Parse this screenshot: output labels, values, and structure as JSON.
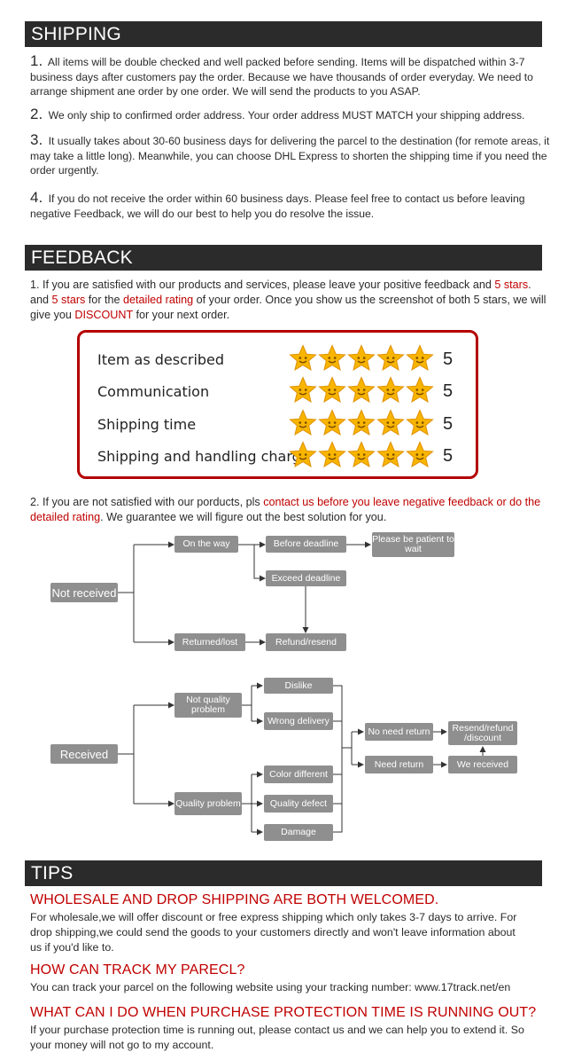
{
  "shipping": {
    "title": "SHIPPING",
    "items": [
      {
        "num": "1.",
        "text": "All items will be double checked and well packed before sending. Items will be dispatched within 3-7 business days after customers pay the order. Because we have thousands of order everyday. We need to arrange shipment ane order by one order. We will send the products to you ASAP."
      },
      {
        "num": "2.",
        "text": "We only ship to confirmed order address. Your order address MUST MATCH  your shipping address."
      },
      {
        "num": "3.",
        "text": "It usually takes about 30-60 business days for delivering the parcel to the destination (for remote areas, it may take a little long). Meanwhile, you can choose DHL Express to shorten the shipping time if you need the order urgently."
      },
      {
        "num": "4.",
        "text": "If you do not receive the order within 60 business days. Please feel free to contact us before leaving negative Feedback, we will do our best to help you do resolve the issue."
      }
    ]
  },
  "feedback": {
    "title": "FEEDBACK",
    "p1": {
      "a": "1. If you are satisfied with our products and services, please leave your positive feedback and ",
      "b": "5 stars",
      "c": ". and ",
      "d": "5 stars",
      "e": " for the ",
      "f": "detailed rating",
      "g": " of your order. Once you show us the screenshot of both 5 stars, we will give you ",
      "h": "DISCOUNT",
      "i": " for your next order."
    },
    "ratings": [
      {
        "label": "Item as described",
        "stars": 5,
        "score": "5"
      },
      {
        "label": "Communication",
        "stars": 5,
        "score": "5"
      },
      {
        "label": "Shipping time",
        "stars": 5,
        "score": "5"
      },
      {
        "label": "Shipping and handling charge",
        "stars": 5,
        "score": "5"
      }
    ],
    "p2": {
      "a": "2. If you are not satisfied with our porducts, pls ",
      "b": "contact us before you leave negative feedback or do the detailed rating",
      "c": ". We guarantee we will figure out the best solution for you."
    }
  },
  "flow1": {
    "not_received": "Not received",
    "on_the_way": "On the way",
    "before_deadline": "Before deadline",
    "patient": "Please be patient to wait",
    "exceed_deadline": "Exceed deadline",
    "returned_lost": "Returned/lost",
    "refund_resend": "Refund/resend"
  },
  "flow2": {
    "received": "Received",
    "not_quality": "Not quality problem",
    "quality": "Quality problem",
    "dislike": "Dislike",
    "wrong_delivery": "Wrong delivery",
    "color_different": "Color different",
    "quality_defect": "Quality defect",
    "damage": "Damage",
    "no_need_return": "No need return",
    "need_return": "Need return",
    "resend_refund": "Resend/refund /discount",
    "we_received": "We received"
  },
  "tips": {
    "title": "TIPS",
    "h1": "WHOLESALE AND DROP SHIPPING ARE BOTH WELCOMED.",
    "t1": "For wholesale,we will offer discount or free express shipping which only takes 3-7 days to arrive. For drop shipping,we could send the goods to your customers directly and won't leave information about us if you'd like to.",
    "h2": "HOW CAN TRACK MY PARECL?",
    "t2": "You can track your parcel on the following website using your tracking number: www.17track.net/en",
    "h3": "WHAT CAN I DO WHEN PURCHASE PROTECTION TIME IS RUNNING OUT?",
    "t3": "If your purchase protection time is running out, please contact us and we can help you to extend it. So your money will not go to my account."
  },
  "colors": {
    "bar": "#2b2b2b",
    "accent_red": "#c00000",
    "box_border": "#b30000",
    "flow_box": "#8f8f8f",
    "star": "#f7b500"
  }
}
